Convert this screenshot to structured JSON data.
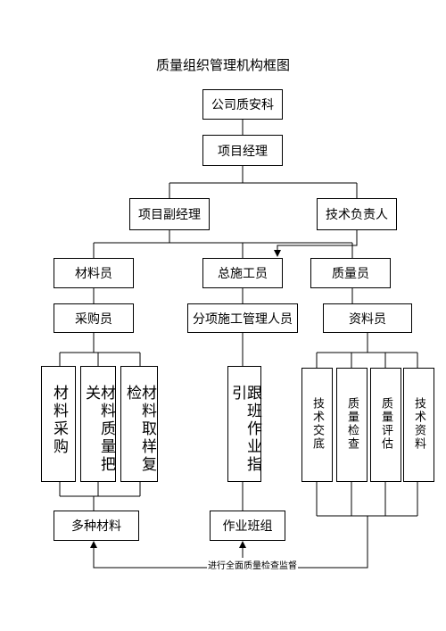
{
  "title": "质量组织管理机构框图",
  "nodes": {
    "company_qa": "公司质安科",
    "project_manager": "项目经理",
    "deputy_manager": "项目副经理",
    "tech_lead": "技术负责人",
    "material_officer": "材料员",
    "chief_engineer": "总施工员",
    "quality_officer": "质量员",
    "buyer": "采购员",
    "sub_construction_manager": "分项施工管理人员",
    "document_officer": "资料员",
    "material_purchase": "材料采购",
    "material_quality_control": "材料质量把关",
    "material_sampling": "材料取样复检",
    "follow_guidance": "跟班作业指引",
    "tech_briefing": "技术交底",
    "quality_inspection": "质量检查",
    "quality_evaluation": "质量评估",
    "tech_documents": "技术资料",
    "various_materials": "多种材料",
    "work_team": "作业班组"
  },
  "bottom_caption": "进行全面质量检查监督"
}
